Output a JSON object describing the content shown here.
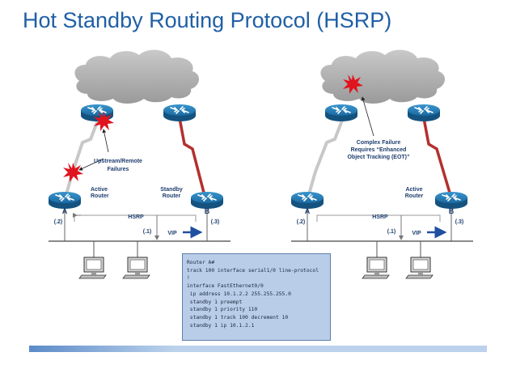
{
  "title": "Hot Standby Routing Protocol (HSRP)",
  "left": {
    "router_a_letter": "A",
    "router_b_letter": "B",
    "failure_label_1": "Upstream/Remote",
    "failure_label_2": "Failures",
    "active_1": "Active",
    "active_2": "Router",
    "standby_1": "Standby",
    "standby_2": "Router",
    "hsrp": "HSRP",
    "addr_a": "(.2)",
    "addr_b": "(.3)",
    "addr_vip": "(.1)",
    "vip": "VIP"
  },
  "right": {
    "router_a_letter": "A",
    "router_b_letter": "B",
    "complex_1": "Complex Failure",
    "complex_2": "Requires “Enhanced",
    "complex_3": "Object Tracking (EOT)”",
    "active_1": "Active",
    "active_2": "Router",
    "hsrp": "HSRP",
    "addr_a": "(.2)",
    "addr_b": "(.3)",
    "addr_vip": "(.1)",
    "vip": "VIP"
  },
  "config_lines": [
    "Router A#",
    "track 100 interface serial1/0 line-protocol",
    "!",
    "interface FastEthernet0/0",
    " ip address 10.1.2.2 255.255.255.0",
    " standby 1 preempt",
    " standby 1 priority 110",
    " standby 1 track 100 decrement 10",
    " standby 1 ip 10.1.2.1"
  ],
  "colors": {
    "title": "#1f5fa6",
    "router": "#1d74ad",
    "red_link": "#b3302e",
    "gray_link": "#c8c8c8",
    "vip_arrow": "#1f4fa0",
    "burst": "#e0141e"
  }
}
